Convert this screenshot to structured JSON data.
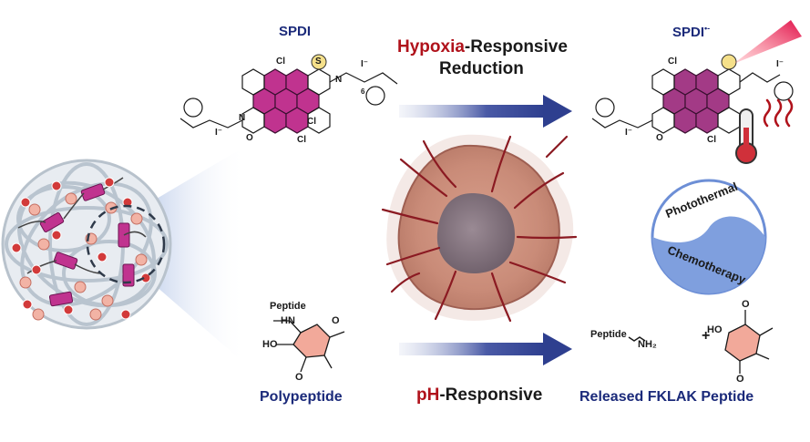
{
  "labels": {
    "spdi_left": "SPDI",
    "spdi_right": "SPDI",
    "spdi_right_sup": "•-",
    "hypoxia_word": "Hypoxia",
    "hypoxia_rest": "-Responsive",
    "reduction": "Reduction",
    "ph_word": "pH",
    "ph_rest": "-Responsive",
    "polypeptide": "Polypeptide",
    "released": "Released FKLAK Peptide",
    "photothermal": "Photothermal",
    "chemotherapy": "Chemotherapy"
  },
  "chem_labels": {
    "cl": "Cl",
    "s": "S",
    "n_plus": "N",
    "iodide": "I⁻",
    "o": "O",
    "n": "N",
    "subscript6": "6",
    "peptide": "Peptide",
    "hn": "HN",
    "ho": "HO",
    "o_left": "O",
    "nh2": "NH₂",
    "plus": "+"
  },
  "colors": {
    "navy": "#1b2a7a",
    "red": "#b0121b",
    "magenta": "#c0338f",
    "arrow": "#2e3f8f",
    "pink": "#f2a99a",
    "light_blue": "#9db4e0",
    "tumor": "#c98b78"
  },
  "icons": [
    "thermometer-icon",
    "heat-waves-icon",
    "laser-beam-icon",
    "arrow-right-icon"
  ]
}
